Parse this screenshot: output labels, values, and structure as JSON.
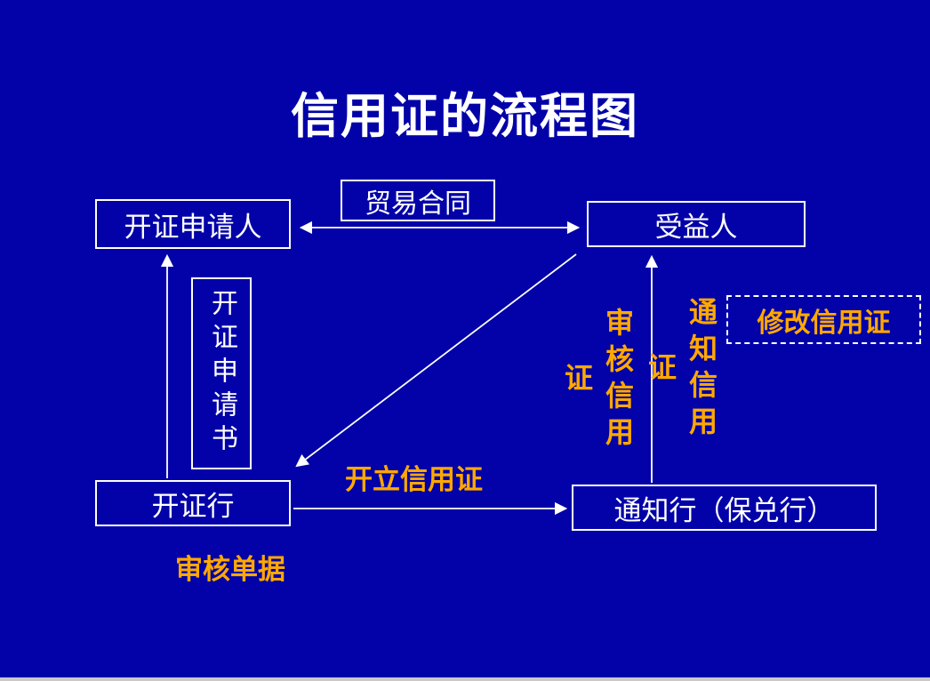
{
  "slide": {
    "title": "信用证的流程图",
    "background_color": "#0202a8",
    "accent_color": "#ffa800",
    "line_color": "#ffffff"
  },
  "nodes": {
    "applicant": "开证申请人",
    "trade_contract": "贸易合同",
    "beneficiary": "受益人",
    "application_doc": "开证申请书",
    "issuing_bank": "开证行",
    "advising_bank": "通知行（保兑行）",
    "amend_lc": "修改信用证"
  },
  "labels": {
    "examine_lc": "审核信用证",
    "advise_lc": "通知信用证",
    "issue_lc": "开立信用证",
    "examine_docs": "审核单据"
  }
}
